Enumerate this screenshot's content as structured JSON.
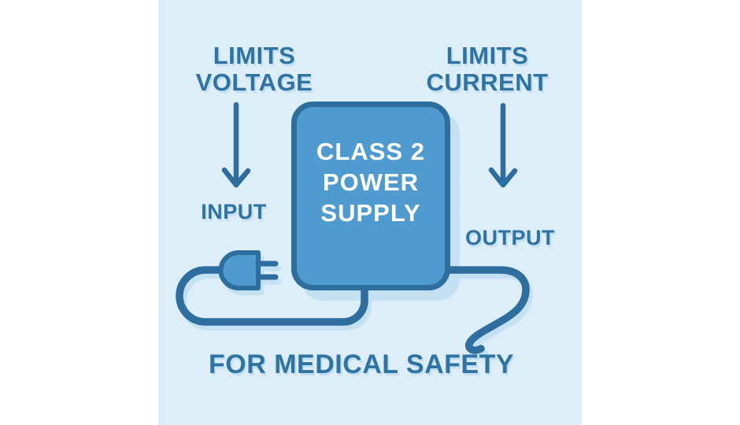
{
  "annotations": {
    "limits_voltage": {
      "lines": [
        "LIMITS",
        "VOLTAGE"
      ]
    },
    "limits_current": {
      "lines": [
        "LIMITS",
        "CURRENT"
      ]
    }
  },
  "box": {
    "lines": [
      "CLASS 2",
      "POWER",
      "SUPPLY"
    ]
  },
  "labels": {
    "input": "INPUT",
    "output": "OUTPUT"
  },
  "caption": "FOR MEDICAL SAFETY",
  "icons": {
    "left_arrow": "down-arrow",
    "right_arrow": "down-arrow",
    "plug": "power-plug",
    "input_cord": "curved-cord",
    "output_cord": "curved-cord-with-hook"
  },
  "colors": {
    "page_background": "#ffffff",
    "panel_background": "#ddeef9",
    "accent_dark_blue": "#2d6e9e",
    "heading_text": "#2e73a2",
    "box_fill": "#4f9bd0",
    "box_text": "#ffffff",
    "soft_shadow": "#c3e1f3"
  }
}
